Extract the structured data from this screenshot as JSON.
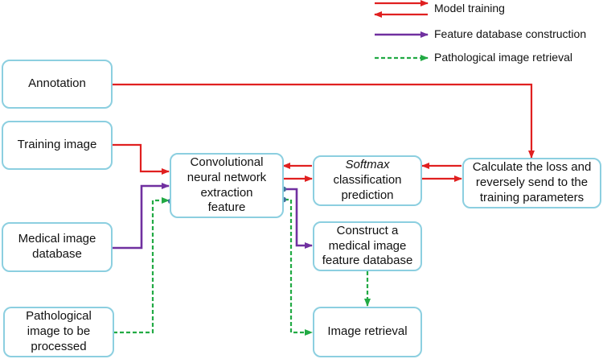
{
  "colors": {
    "training": "#e02020",
    "construction": "#7030a0",
    "retrieval": "#22aa44",
    "box_border": "#8ccfe0",
    "port": "#41719c"
  },
  "legend": {
    "training": "Model training",
    "construction": "Feature database construction",
    "retrieval": "Pathological image retrieval"
  },
  "nodes": {
    "annotation": "Annotation",
    "training_image": "Training image",
    "medical_db": "Medical image\ndatabase",
    "pathological": "Pathological\nimage to be\nprocessed",
    "cnn": "Convolutional\nneural network\nextraction\nfeature",
    "softmax_italic": "Softmax",
    "softmax_rest": "classification\nprediction",
    "loss": "Calculate the loss and\nreversely send to the\ntraining parameters",
    "construct_db": "Construct a\nmedical image\nfeature database",
    "retrieval": "Image retrieval"
  }
}
